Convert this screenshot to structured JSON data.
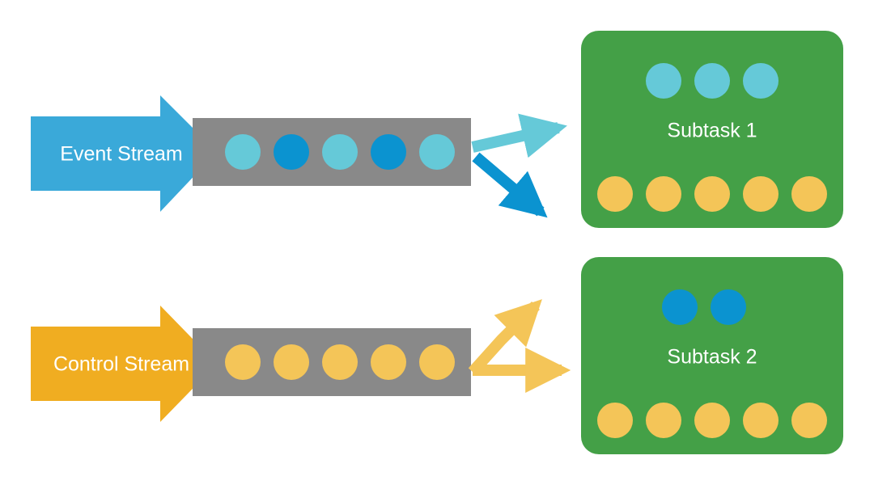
{
  "colors": {
    "event_arrow": "#3aa9d9",
    "control_arrow": "#f0ad21",
    "queue": "#898989",
    "light_blue": "#65c9d8",
    "dark_blue": "#0b93d0",
    "yellow": "#f4c558",
    "subtask_box": "#44a047",
    "text": "#ffffff"
  },
  "streams": [
    {
      "label": "Event Stream",
      "arrow_color": "event_arrow",
      "queue_items": [
        "light_blue",
        "dark_blue",
        "light_blue",
        "dark_blue",
        "light_blue"
      ],
      "outputs": [
        "light_blue",
        "dark_blue"
      ]
    },
    {
      "label": "Control Stream",
      "arrow_color": "control_arrow",
      "queue_items": [
        "yellow",
        "yellow",
        "yellow",
        "yellow",
        "yellow"
      ],
      "outputs": [
        "yellow",
        "yellow"
      ]
    }
  ],
  "subtasks": [
    {
      "label": "Subtask 1",
      "top_items": [
        "light_blue",
        "light_blue",
        "light_blue"
      ],
      "bottom_items": [
        "yellow",
        "yellow",
        "yellow",
        "yellow",
        "yellow"
      ]
    },
    {
      "label": "Subtask 2",
      "top_items": [
        "dark_blue",
        "dark_blue"
      ],
      "bottom_items": [
        "yellow",
        "yellow",
        "yellow",
        "yellow",
        "yellow"
      ]
    }
  ]
}
